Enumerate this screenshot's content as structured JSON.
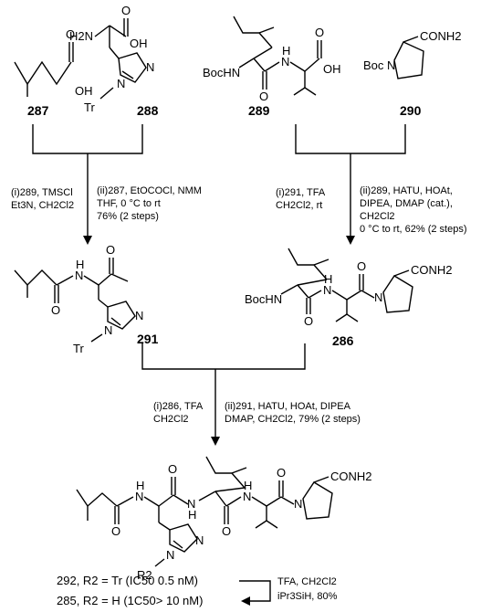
{
  "compounds": {
    "c287": "287",
    "c288": "288",
    "c289": "289",
    "c290": "290",
    "c291": "291",
    "c286": "286",
    "c292": "292",
    "c285": "285"
  },
  "atoms": {
    "h2n": "H2N",
    "oh": "OH",
    "o": "O",
    "n": "N",
    "nh": "H",
    "tr": "Tr",
    "boc": "Boc",
    "bochn": "BocHN",
    "conh2": "CONH2",
    "r2": "R2"
  },
  "steps": {
    "step1_left": [
      "(i)289, TMSCl",
      "Et3N, CH2Cl2"
    ],
    "step1_right": [
      "(ii)287, EtOCOCl, NMM",
      "THF, 0 °C to rt",
      "76% (2 steps)"
    ],
    "step2_left": [
      "(i)291, TFA",
      "CH2Cl2, rt"
    ],
    "step2_right": [
      "(ii)289, HATU, HOAt,",
      "DIPEA, DMAP (cat.),",
      "CH2Cl2",
      "0 °C to rt, 62% (2 steps)"
    ],
    "step3_left": [
      "(i)286, TFA",
      "CH2Cl2"
    ],
    "step3_right": [
      "(ii)291, HATU, HOAt, DIPEA",
      "DMAP, CH2Cl2, 79% (2 steps)"
    ],
    "step4": [
      "TFA, CH2Cl2",
      "iPr3SiH, 80%"
    ]
  },
  "results": {
    "r292": "292, R2 = Tr (IC50 0.5 nM)",
    "r285": "285, R2 = H (1C50> 10 nM)"
  }
}
